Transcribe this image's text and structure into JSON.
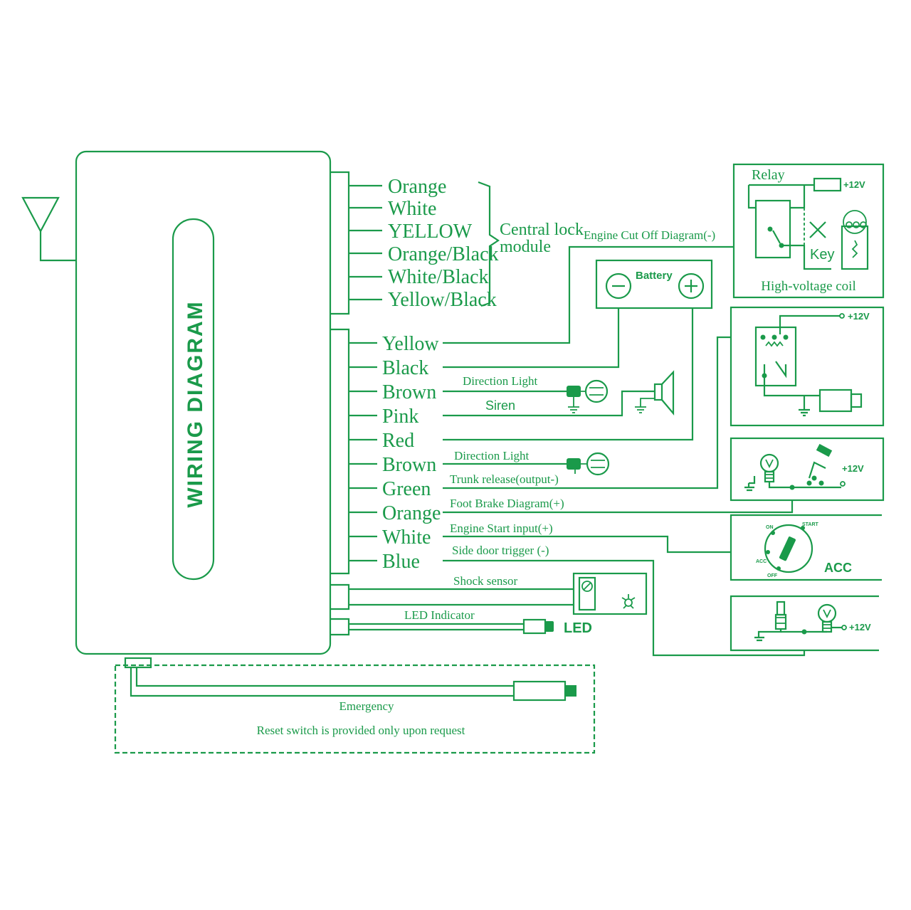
{
  "title": "WIRING DIAGRAM",
  "central_lock": {
    "wires": [
      "Orange",
      "White",
      "YELLOW",
      "Orange/Black",
      "White/Black",
      "Yellow/Black"
    ],
    "label_line1": "Central lock",
    "label_line2": "module"
  },
  "main_wires": [
    "Yellow",
    "Black",
    "Brown",
    "Pink",
    "Red",
    "Brown",
    "Green",
    "Orange",
    "White",
    "Blue"
  ],
  "labels": {
    "engine_cut_off": "Engine Cut Off Diagram(-)",
    "battery": "Battery",
    "direction_light_1": "Direction Light",
    "siren": "Siren",
    "direction_light_2": "Direction Light",
    "trunk_release": "Trunk release(output-)",
    "foot_brake": "Foot Brake Diagram(+)",
    "engine_start": "Engine Start input(+)",
    "side_door": "Side door trigger (-)",
    "shock_sensor": "Shock sensor",
    "led_indicator": "LED Indicator",
    "led": "LED",
    "emergency": "Emergency",
    "reset_note": "Reset switch is provided only upon request"
  },
  "relay_box": {
    "relay": "Relay",
    "v12": "+12V",
    "key": "Key",
    "coil": "High-voltage coil"
  },
  "trunk_box": {
    "v12": "+12V"
  },
  "brake_box": {
    "v12": "+12V"
  },
  "ignition_box": {
    "on": "ON",
    "start": "START",
    "acc_small": "ACC",
    "off": "OFF",
    "acc": "ACC"
  },
  "door_box": {
    "v12": "+12V"
  },
  "colors": {
    "accent": "#1a9a4a"
  }
}
